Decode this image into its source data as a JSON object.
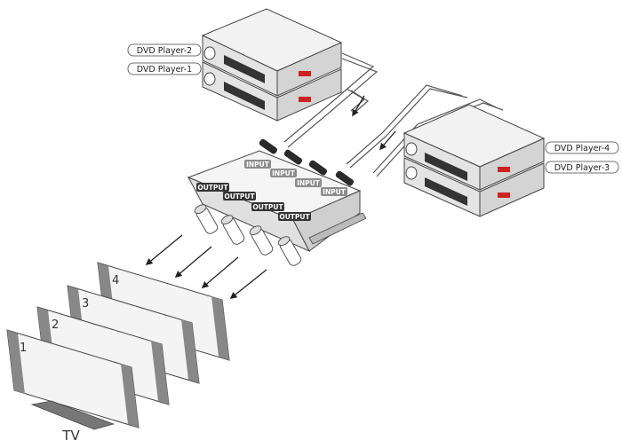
{
  "players": {
    "p2": "DVD Player-2",
    "p1": "DVD Player-1",
    "p4": "DVD Player-4",
    "p3": "DVD Player-3"
  },
  "splitter": {
    "input_label": "INPUT",
    "output_label": "OUTPUT"
  },
  "tvs": {
    "numbers": [
      "1",
      "2",
      "3",
      "4"
    ],
    "label": "TV"
  },
  "colors": {
    "output_tag": "#333333",
    "input_tag": "#8c8c8c",
    "brand_badge": "#cc2222"
  }
}
